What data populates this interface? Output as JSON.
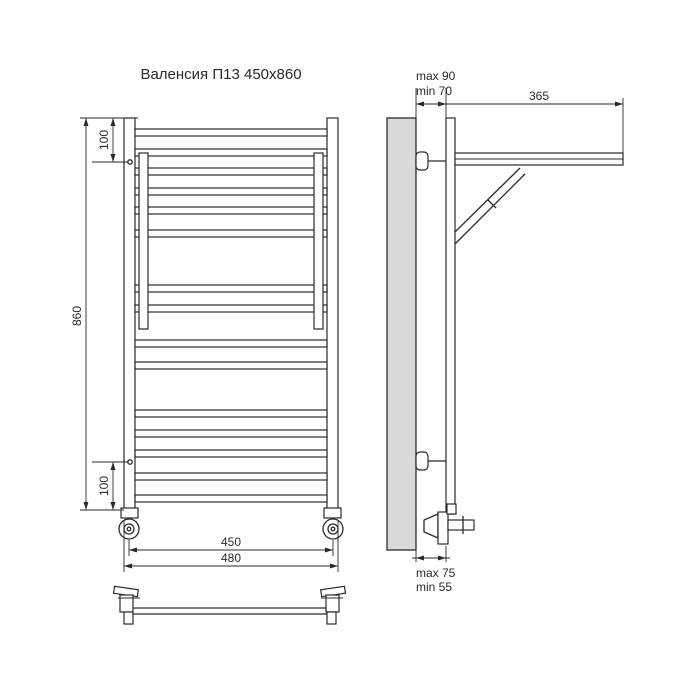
{
  "title": "Валенсия П13 450x860",
  "dimensions": {
    "height_total": "860",
    "bottom_offset": "100",
    "top_offset": "100",
    "width_inner": "450",
    "width_outer": "480",
    "depth_top_max": "max 90",
    "depth_top_min": "min 70",
    "shelf_depth": "365",
    "depth_bottom_max": "max 75",
    "depth_bottom_min": "min 55"
  },
  "colors": {
    "line": "#2a2a2a",
    "wall": "#d9d9d9",
    "background": "#ffffff"
  }
}
